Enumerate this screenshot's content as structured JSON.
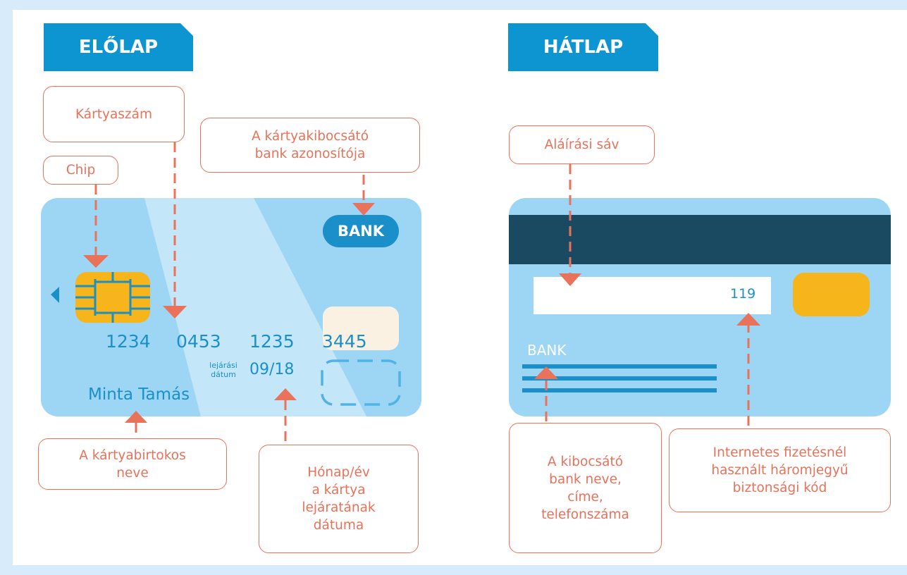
{
  "colors": {
    "background": "#d7ebfa",
    "tab": "#0d95d1",
    "card": "#9dd6f5",
    "card_highlight": "#c4e6f9",
    "magnetic_stripe": "#1a4a61",
    "chip": "#f5b51b",
    "accent": "#e8725a",
    "card_text": "#1a8fc9"
  },
  "front": {
    "tab_label": "ELŐLAP",
    "bank_badge": "BANK",
    "card_number": [
      "1234",
      "0453",
      "1235",
      "3445"
    ],
    "expiry_caption_line1": "lejárási",
    "expiry_caption_line2": "dátum",
    "expiry_value": "09/18",
    "holder_name": "Minta Tamás",
    "callouts": {
      "card_number": "Kártyaszám",
      "chip": "Chip",
      "issuer_id": "A kártyakibocsátó\nbank azonosítója",
      "holder_name": "A kártyabirtokos\nneve",
      "expiry": "Hónap/év\na kártya\nlejáratának\ndátuma"
    }
  },
  "back": {
    "tab_label": "HÁTLAP",
    "cvv_value": "119",
    "bank_text": "BANK",
    "callouts": {
      "signature": "Aláírási sáv",
      "bank_info": "A kibocsátó\nbank neve,\ncíme,\ntelefonszáma",
      "security_code": "Internetes fizetésnél\nhasznált háromjegyű\nbiztonsági kód"
    }
  }
}
